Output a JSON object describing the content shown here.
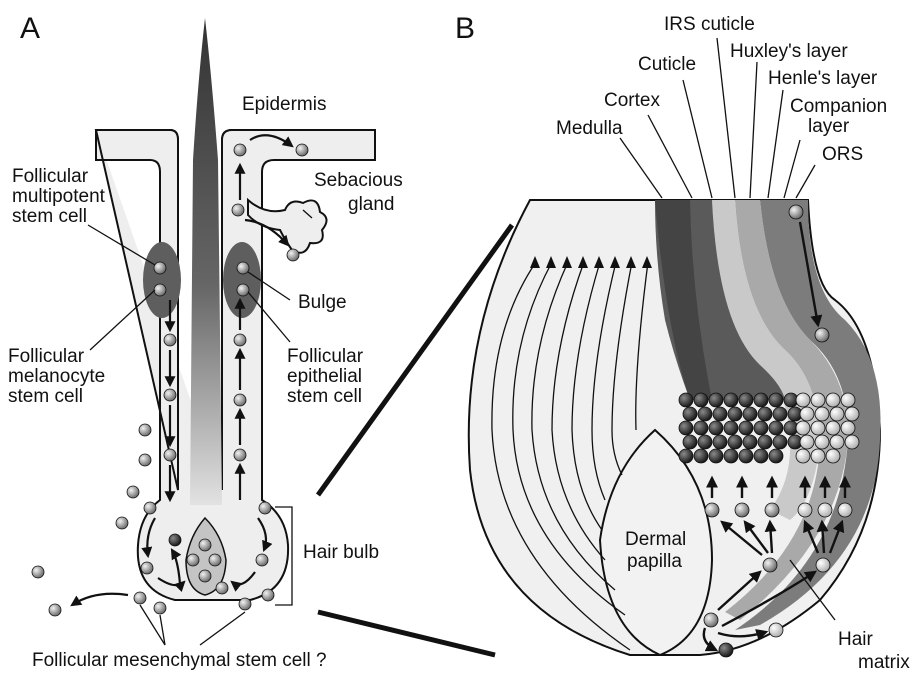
{
  "panels": {
    "a": "A",
    "b": "B"
  },
  "labels_a": {
    "epidermis": "Epidermis",
    "sebaceous_1": "Sebacious",
    "sebaceous_2": "gland",
    "multipotent_1": "Follicular",
    "multipotent_2": "multipotent",
    "multipotent_3": "stem cell",
    "bulge": "Bulge",
    "melanocyte_1": "Follicular",
    "melanocyte_2": "melanocyte",
    "melanocyte_3": "stem cell",
    "epithelial_1": "Follicular",
    "epithelial_2": "epithelial",
    "epithelial_3": "stem cell",
    "hair_bulb": "Hair bulb",
    "mesenchymal": "Follicular mesenchymal stem cell ?"
  },
  "labels_b": {
    "irs_cuticle": "IRS cuticle",
    "huxley": "Huxley's layer",
    "cuticle": "Cuticle",
    "henle": "Henle's layer",
    "cortex": "Cortex",
    "companion_1": "Companion",
    "companion_2": "layer",
    "medulla": "Medulla",
    "ors": "ORS",
    "dermal_1": "Dermal",
    "dermal_2": "papilla",
    "matrix_1": "Hair",
    "matrix_2": "matrix"
  }
}
